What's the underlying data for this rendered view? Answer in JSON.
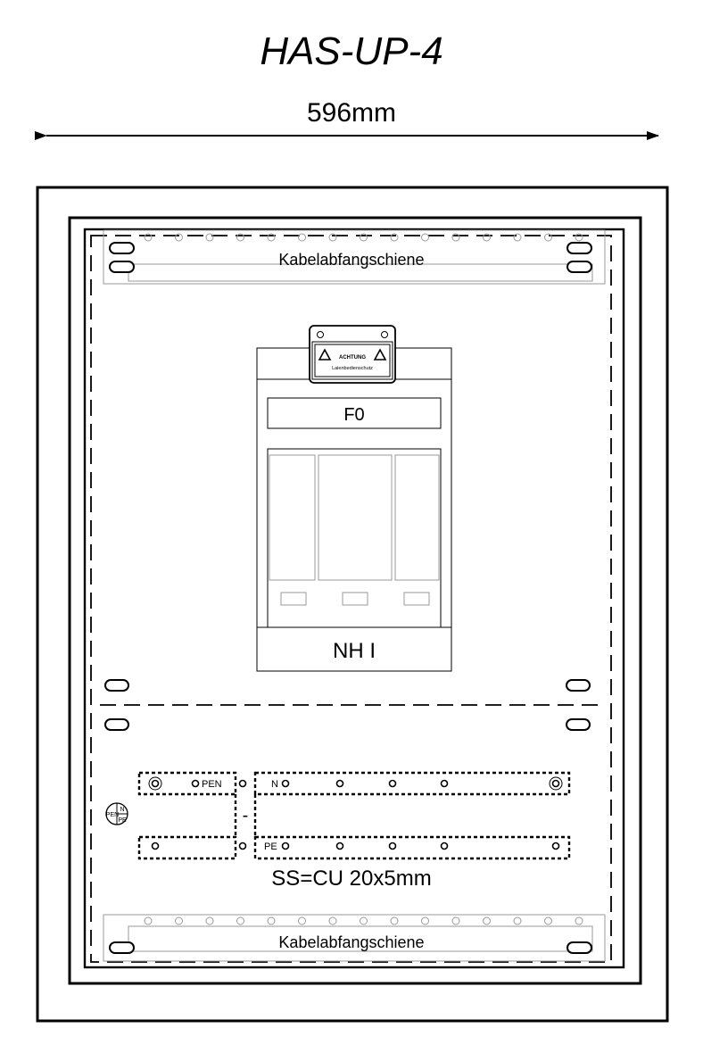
{
  "title": "HAS-UP-4",
  "dimension": "596mm",
  "rail_top_label": "Kabelabfangschiene",
  "rail_bottom_label": "Kabelabfangschiene",
  "warning": {
    "line1": "ACHTUNG",
    "line2": "Laienbedienschutz"
  },
  "fuse_label": "F0",
  "fuse_type": "NH I",
  "busbar": {
    "pen_label": "PEN",
    "n_label": "N",
    "pe_label": "PE",
    "minus": "-",
    "symbol_pen": "PEN",
    "symbol_n": "N",
    "symbol_pe": "PE",
    "caption": "SS=CU 20x5mm"
  }
}
